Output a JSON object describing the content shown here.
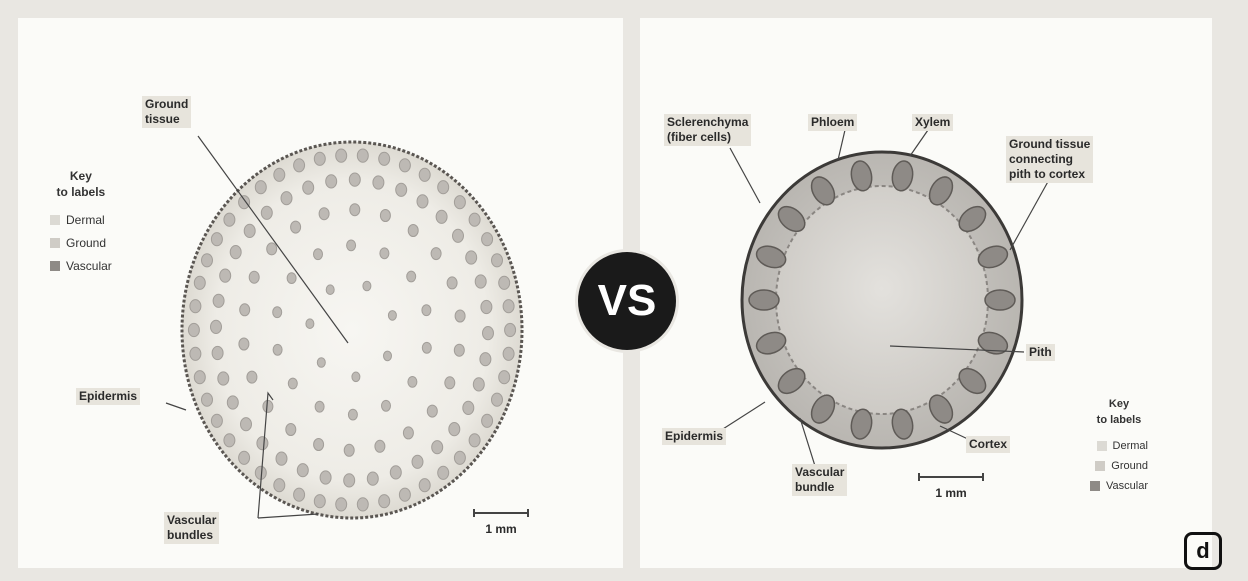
{
  "left_panel": {
    "labels": {
      "ground_tissue": "Ground\ntissue",
      "epidermis": "Epidermis",
      "vascular_bundles": "Vascular\nbundles"
    },
    "key": {
      "title": "Key\nto labels",
      "items": [
        "Dermal",
        "Ground",
        "Vascular"
      ]
    },
    "scale": "1 mm"
  },
  "right_panel": {
    "labels": {
      "sclerenchyma": "Sclerenchyma\n(fiber cells)",
      "phloem": "Phloem",
      "xylem": "Xylem",
      "ground_tissue_connecting": "Ground tissue\nconnecting\npith to cortex",
      "pith": "Pith",
      "cortex": "Cortex",
      "epidermis": "Epidermis",
      "vascular_bundle": "Vascular\nbundle"
    },
    "key": {
      "title": "Key\nto labels",
      "items": [
        "Dermal",
        "Ground",
        "Vascular"
      ]
    },
    "scale": "1 mm"
  },
  "center_badge": "VS",
  "colors": {
    "dermal": "#dcdad4",
    "ground": "#cfccc6",
    "vascular": "#8e8a86"
  }
}
